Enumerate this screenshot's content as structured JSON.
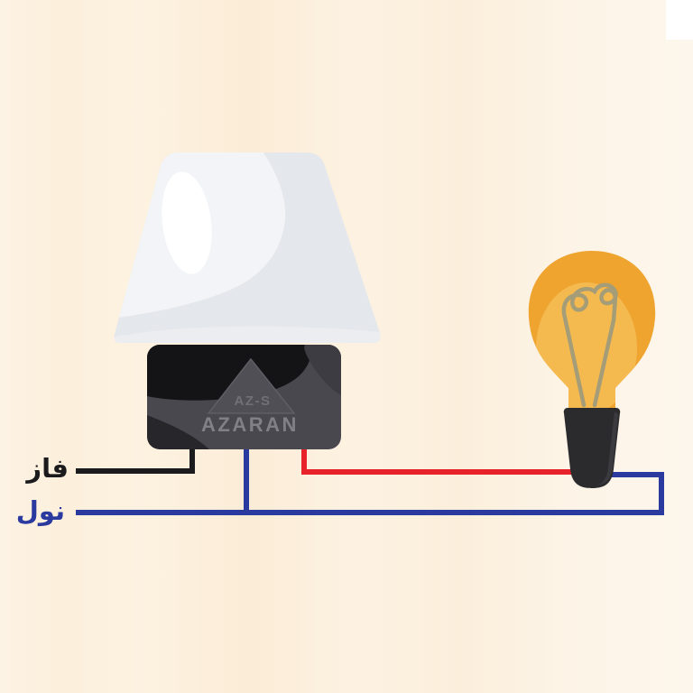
{
  "labels": {
    "phase": "فاز",
    "neutral": "نول"
  },
  "device": {
    "model": "AZ-S",
    "brand": "AZARAN"
  },
  "colors": {
    "background": "#FCF0DE",
    "phase_wire": "#1B1B1D",
    "neutral_wire": "#2B3A9F",
    "switched_wire": "#E8222A",
    "phase_label": "#1B1B1D",
    "neutral_label": "#2B3A9F",
    "sensor_dome": "#E4E7EB",
    "sensor_dome_light": "#F2F4F7",
    "sensor_dome_highlight": "#FFFFFF",
    "sensor_base": "#48484E",
    "sensor_base_shadow": "#141417",
    "triangle": "#4F4F55",
    "model_text": "#707076",
    "brand_text": "#808086",
    "bulb_glass": "#EFA42F",
    "bulb_glass_inner": "#F4BA4F",
    "filament": "#A59D78",
    "socket": "#2B2B2E"
  }
}
